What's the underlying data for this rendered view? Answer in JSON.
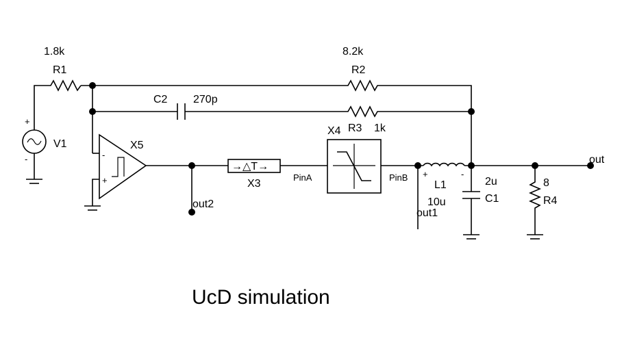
{
  "title": "UcD simulation",
  "components": {
    "r1": {
      "ref": "R1",
      "value": "1.8k"
    },
    "r2": {
      "ref": "R2",
      "value": "8.2k"
    },
    "r3": {
      "ref": "R3",
      "value": "1k"
    },
    "r4": {
      "ref": "R4",
      "value": "8"
    },
    "c1": {
      "ref": "C1",
      "value": "2u"
    },
    "c2": {
      "ref": "C2",
      "value": "270p"
    },
    "l1": {
      "ref": "L1",
      "value": "10u"
    },
    "v1": {
      "ref": "V1"
    },
    "x3": {
      "ref": "X3",
      "symbol": "→△T→"
    },
    "x4": {
      "ref": "X4"
    },
    "x5": {
      "ref": "X5"
    }
  },
  "nets": {
    "pina": "PinA",
    "pinb": "PinB",
    "out": "out",
    "out1": "out1",
    "out2": "out2"
  },
  "polarity": {
    "plus": "+",
    "minus": "-"
  }
}
